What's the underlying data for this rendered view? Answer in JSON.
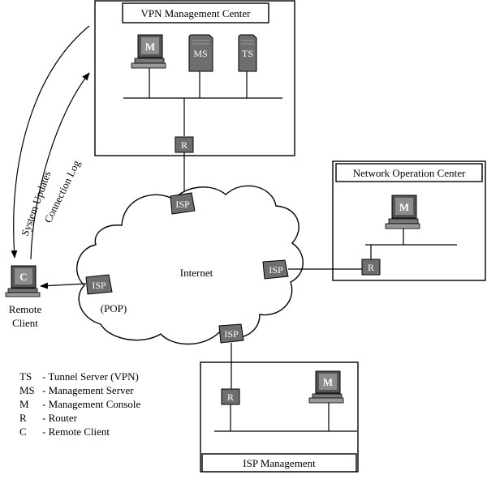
{
  "boxes": {
    "vpn_center": "VPN Management Center",
    "noc": "Network Operation Center",
    "isp_mgmt": "ISP Management"
  },
  "cloud_label": "Internet",
  "pop_label": "(POP)",
  "arrows": {
    "system_updates": "System Updates",
    "connection_log": "Connection Log"
  },
  "devices": {
    "m": "M",
    "ms": "MS",
    "ts": "TS",
    "r": "R",
    "isp": "ISP",
    "c": "C"
  },
  "remote_client": {
    "line1": "Remote",
    "line2": "Client"
  },
  "legend": [
    {
      "abbr": "TS",
      "desc": "- Tunnel Server (VPN)"
    },
    {
      "abbr": "MS",
      "desc": "- Management Server"
    },
    {
      "abbr": "M",
      "desc": "- Management Console"
    },
    {
      "abbr": "R",
      "desc": "- Router"
    },
    {
      "abbr": "C",
      "desc": "- Remote Client"
    }
  ],
  "colors": {
    "device_fill": "#7a7a7a",
    "monitor_screen": "#8c8c8c"
  }
}
